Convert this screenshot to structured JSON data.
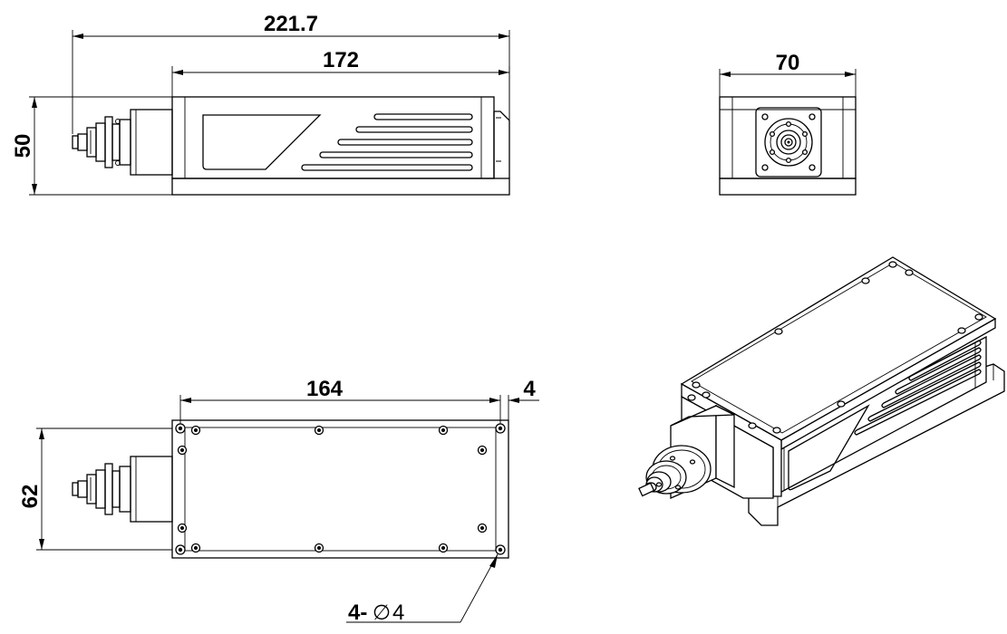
{
  "dimensions": {
    "overall_length": "221.7",
    "body_length": "172",
    "height": "50",
    "width": "70",
    "hole_spacing": "164",
    "edge_offset": "4",
    "base_width": "62",
    "holes_prefix": "4-",
    "holes_symbol": "∅",
    "holes_value": "4"
  }
}
